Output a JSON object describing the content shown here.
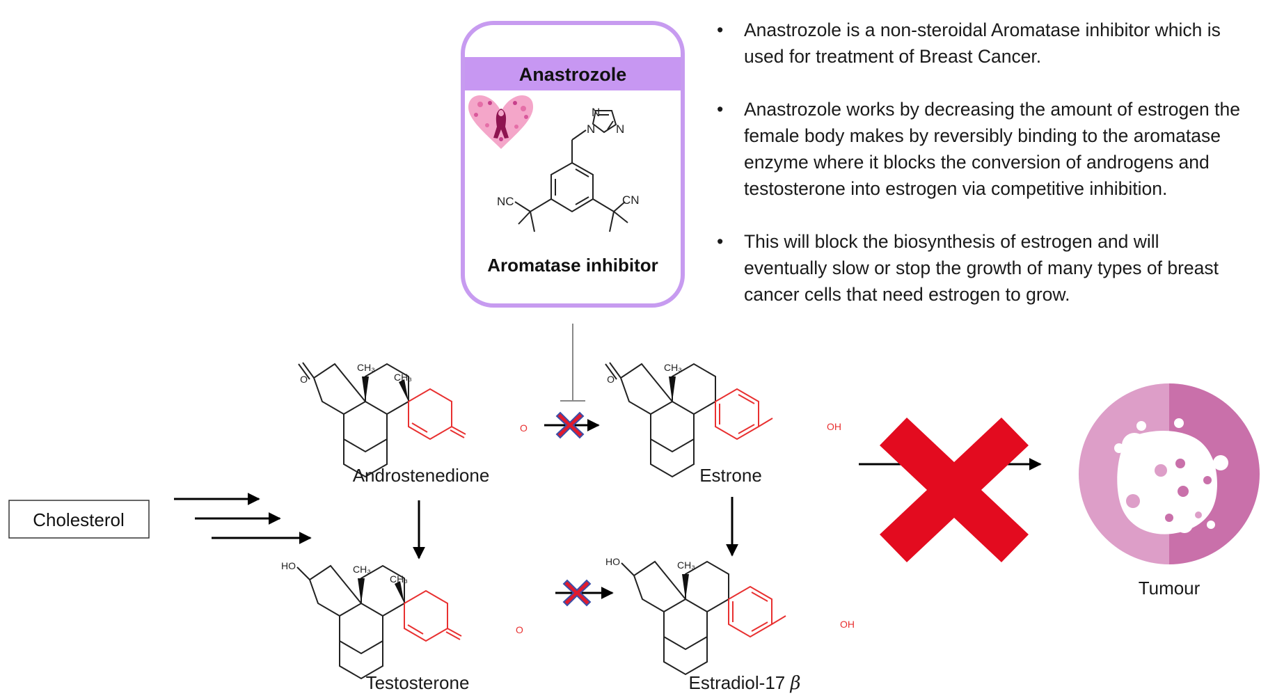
{
  "drug_card": {
    "name": "Anastrozole",
    "class_label": "Aromatase inhibitor",
    "header_color": "#c797f2",
    "border_color": "#c79bf0"
  },
  "bullets": [
    "Anastrozole is a non-steroidal Aromatase inhibitor which is used for treatment of Breast Cancer.",
    "Anastrozole works by decreasing the amount of estrogen the female body makes by reversibly binding to the aromatase enzyme  where it blocks the conversion of androgens and testosterone into estrogen via competitive inhibition.",
    "This will block the biosynthesis of estrogen and will eventually  slow  or stop the growth of many types of breast cancer cells that need estrogen to grow."
  ],
  "molecules": {
    "androstenedione": "Androstenedione",
    "estrone": "Estrone",
    "testosterone": "Testosterone",
    "estradiol": "Estradiol-17",
    "estradiol_symbol": "β"
  },
  "anastrozole_atoms": {
    "n1": "N",
    "n2": "N",
    "n3": "N",
    "nc": "NC",
    "cn": "CN"
  },
  "group_labels": {
    "ch3": "CH₃",
    "oxo": "O",
    "ho": "HO",
    "oh": "OH"
  },
  "cholesterol": "Cholesterol",
  "tumour": "Tumour",
  "colors": {
    "highlight_ring": "#e83030",
    "blocked_x": "#e01b2e",
    "blocked_x_outline": "#3b4fa8",
    "big_x": "#e30b1f",
    "tumour_left": "#dd9ec8",
    "tumour_right": "#c970aa"
  }
}
